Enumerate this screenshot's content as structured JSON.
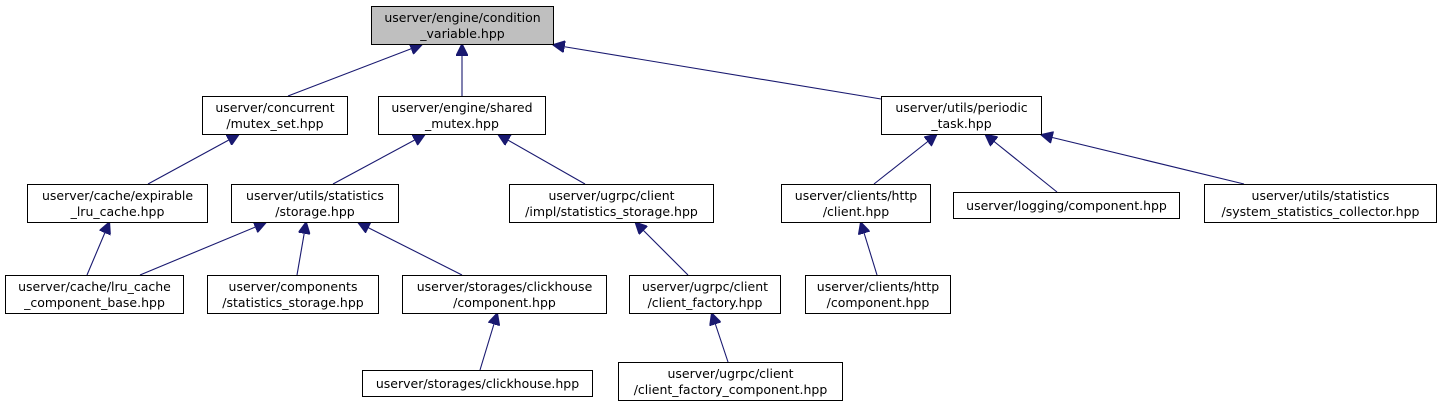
{
  "diagram": {
    "colors": {
      "edge": "#191970",
      "root_fill": "#bfbfbf",
      "node_fill": "#ffffff",
      "border": "#000000"
    },
    "nodes": {
      "root": [
        "userver/engine/condition",
        "_variable.hpp"
      ],
      "mutex_set": [
        "userver/concurrent",
        "/mutex_set.hpp"
      ],
      "shared_mutex": [
        "userver/engine/shared",
        "_mutex.hpp"
      ],
      "periodic_task": [
        "userver/utils/periodic",
        "_task.hpp"
      ],
      "expirable_lru": [
        "userver/cache/expirable",
        "_lru_cache.hpp"
      ],
      "stats_storage": [
        "userver/utils/statistics",
        "/storage.hpp"
      ],
      "ugrpc_stats": [
        "userver/ugrpc/client",
        "/impl/statistics_storage.hpp"
      ],
      "http_client": [
        "userver/clients/http",
        "/client.hpp"
      ],
      "logging_component": [
        "userver/logging/component.hpp"
      ],
      "sys_stats": [
        "userver/utils/statistics",
        "/system_statistics_collector.hpp"
      ],
      "lru_base": [
        "userver/cache/lru_cache",
        "_component_base.hpp"
      ],
      "components_stats": [
        "userver/components",
        "/statistics_storage.hpp"
      ],
      "clickhouse_component": [
        "userver/storages/clickhouse",
        "/component.hpp"
      ],
      "client_factory": [
        "userver/ugrpc/client",
        "/client_factory.hpp"
      ],
      "http_component": [
        "userver/clients/http",
        "/component.hpp"
      ],
      "clickhouse": [
        "userver/storages/clickhouse.hpp"
      ],
      "client_factory_component": [
        "userver/ugrpc/client",
        "/client_factory_component.hpp"
      ]
    }
  }
}
